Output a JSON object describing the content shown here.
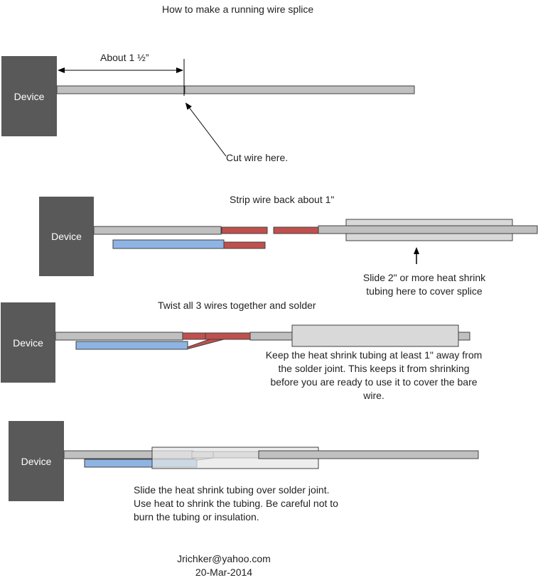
{
  "title": "How to make a running  wire splice",
  "device_label": "Device",
  "step1": {
    "dimension_label": "About 1 ½”",
    "cut_label": "Cut wire here."
  },
  "step2": {
    "strip_label": "Strip wire back about 1\"",
    "slide_label": [
      "Slide 2\" or more heat shrink",
      "tubing here to cover splice"
    ]
  },
  "step3": {
    "twist_label": "Twist all 3 wires together and solder",
    "keep_label": [
      "Keep the heat shrink tubing at least 1\" away from",
      "the solder joint. This keeps it from shrinking",
      "before you are ready to use it to cover the bare",
      "wire."
    ]
  },
  "step4": {
    "slide_label": [
      "Slide the heat shrink tubing over solder joint.",
      "Use heat to shrink the tubing. Be careful not to",
      "burn the tubing or insulation."
    ]
  },
  "footer": {
    "email": "Jrichker@yahoo.com",
    "date": "20-Mar-2014"
  },
  "colors": {
    "device": "#595959",
    "wire_gray": "#c0c0c0",
    "wire_blue": "#8eb4e3",
    "copper_red": "#c0504d",
    "tubing": "#d9d9d9"
  }
}
